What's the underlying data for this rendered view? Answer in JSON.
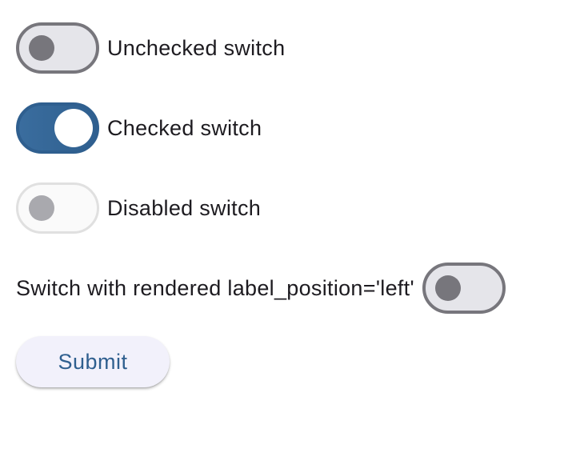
{
  "switches": [
    {
      "label": "Unchecked switch",
      "state": "unchecked"
    },
    {
      "label": "Checked switch",
      "state": "checked"
    },
    {
      "label": "Disabled switch",
      "state": "disabled"
    },
    {
      "label": "Switch with rendered label_position='left'",
      "state": "unchecked"
    }
  ],
  "submit": {
    "label": "Submit"
  },
  "colors": {
    "accent": "#2f5f8f",
    "track_off": "#e5e5ea",
    "outline": "#77767c",
    "button_bg": "#f2f1fb"
  }
}
